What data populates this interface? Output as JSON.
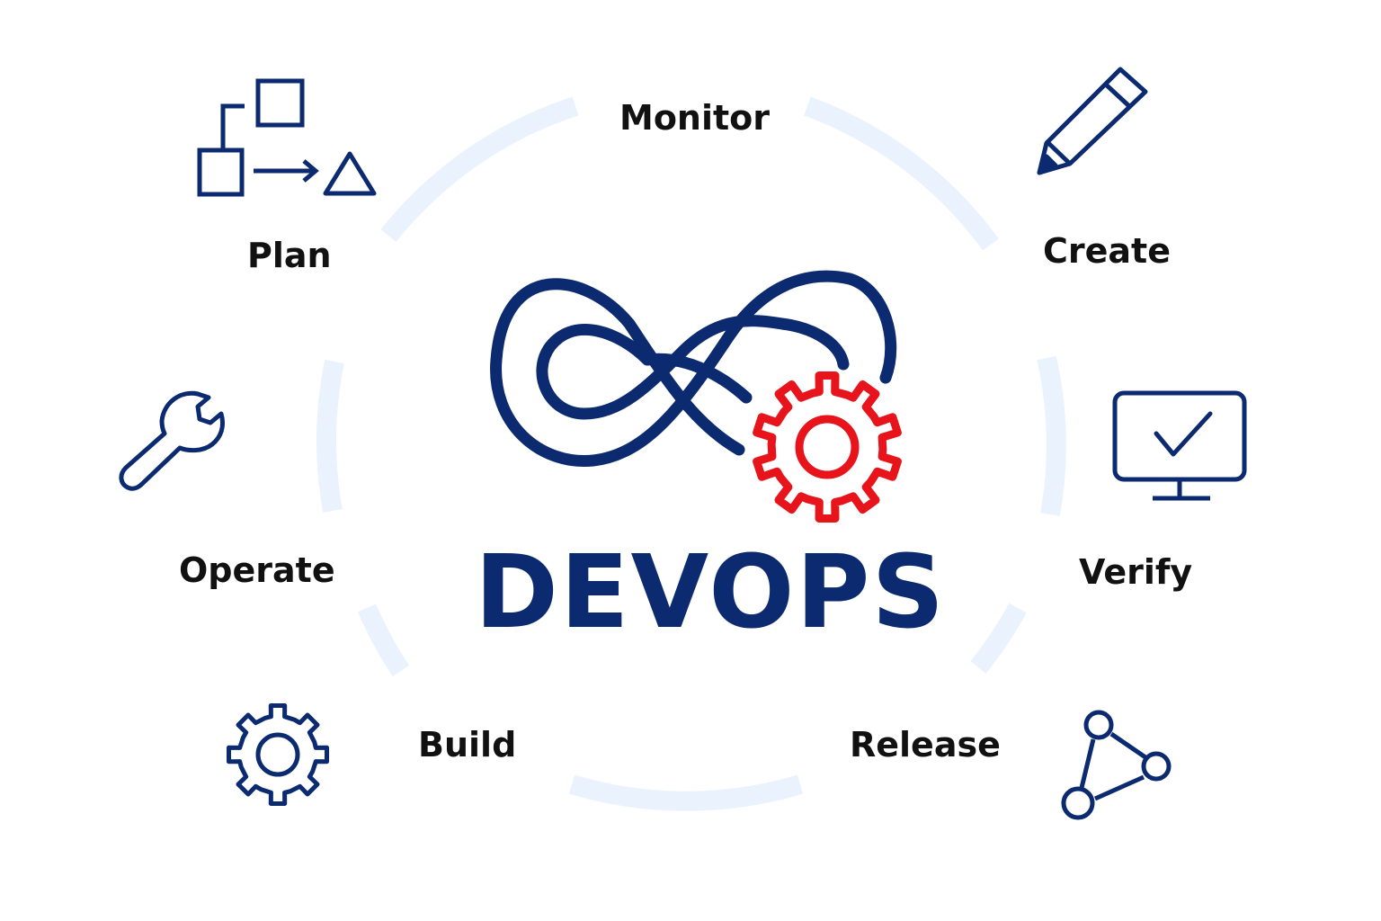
{
  "title": "DEVOPS",
  "colors": {
    "brand": "#0b2a6f",
    "accent": "#e8141c",
    "ring": "#eaf3fd",
    "text": "#111111"
  },
  "phases": {
    "monitor": {
      "label": "Monitor",
      "icon": ""
    },
    "plan": {
      "label": "Plan",
      "icon": "flowchart-icon"
    },
    "create": {
      "label": "Create",
      "icon": "pencil-icon"
    },
    "operate": {
      "label": "Operate",
      "icon": "wrench-icon"
    },
    "verify": {
      "label": "Verify",
      "icon": "monitor-check-icon"
    },
    "build": {
      "label": "Build",
      "icon": "gear-icon"
    },
    "release": {
      "label": "Release",
      "icon": "network-nodes-icon"
    }
  },
  "center_logo": {
    "icon": "infinity-loop-icon",
    "accent_icon": "red-gear-icon"
  }
}
